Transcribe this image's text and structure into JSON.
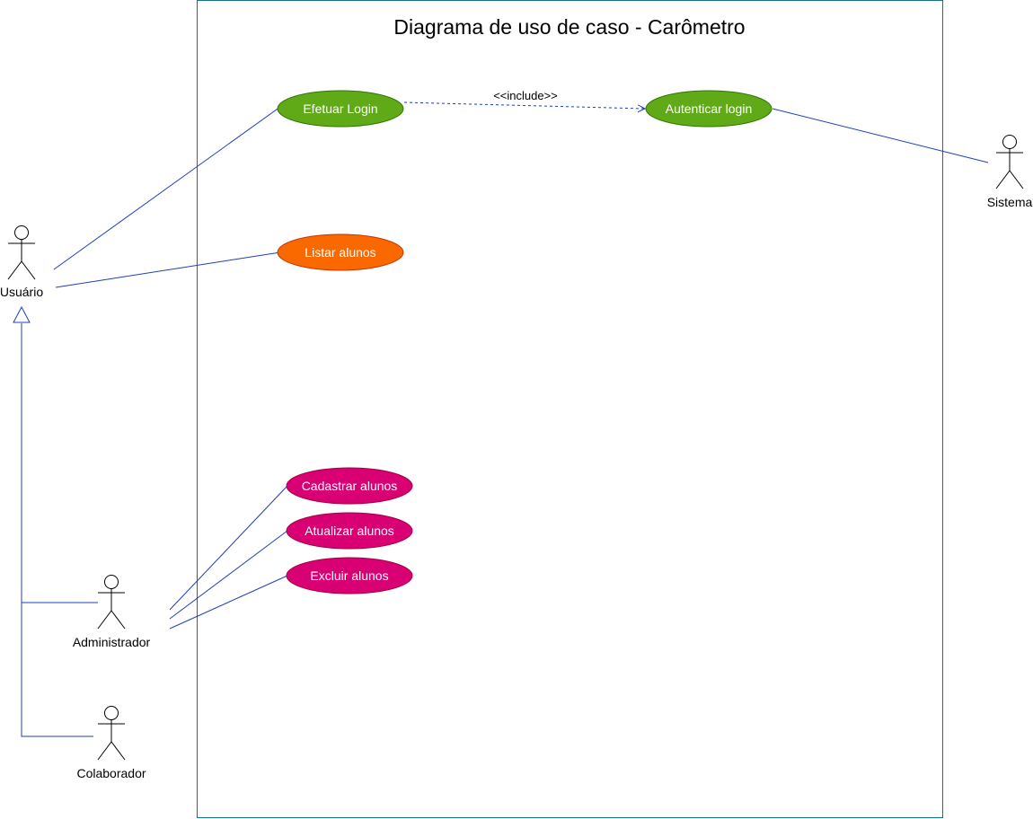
{
  "diagram": {
    "title": "Diagrama de uso de caso - Carômetro",
    "colors": {
      "green": "#60a917",
      "orange": "#fa6800",
      "magenta": "#d80073",
      "line": "#1f3fb5",
      "boundary": "#1a6f8a"
    }
  },
  "actors": {
    "usuario": "Usuário",
    "sistema": "Sistema",
    "administrador": "Administrador",
    "colaborador": "Colaborador"
  },
  "use_cases": {
    "efetuar_login": "Efetuar Login",
    "autenticar_login": "Autenticar login",
    "listar_alunos": "Listar alunos",
    "cadastrar_alunos": "Cadastrar alunos",
    "atualizar_alunos": "Atualizar alunos",
    "excluir_alunos": "Excluir alunos"
  },
  "relations": {
    "include_label": "<<include>>"
  }
}
